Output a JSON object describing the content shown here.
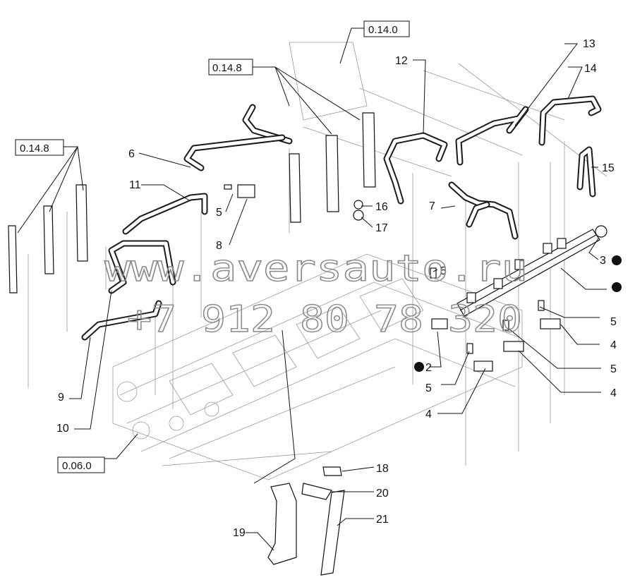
{
  "ref_boxes": [
    "0.14.0",
    "0.14.8",
    "0.14.8",
    "0.06.0"
  ],
  "callouts": [
    "1",
    "2",
    "3",
    "4",
    "4",
    "4",
    "5",
    "5",
    "5",
    "5",
    "5",
    "6",
    "7",
    "8",
    "9",
    "10",
    "11",
    "12",
    "13",
    "14",
    "15",
    "16",
    "17",
    "18",
    "19",
    "20",
    "21"
  ],
  "callout_list": {
    "c2": "2",
    "c3": "3",
    "c4a": "4",
    "c4b": "4",
    "c4c": "4",
    "c5a": "5",
    "c5b": "5",
    "c5c": "5",
    "c5d": "5",
    "c5e": "5",
    "c6": "6",
    "c7": "7",
    "c8": "8",
    "c9": "9",
    "c10": "10",
    "c11": "11",
    "c12": "12",
    "c13": "13",
    "c14": "14",
    "c15": "15",
    "c16": "16",
    "c17": "17",
    "c18": "18",
    "c19": "19",
    "c20": "20",
    "c21": "21"
  },
  "refs": {
    "r1": "0.14.0",
    "r2": "0.14.8",
    "r3": "0.14.8",
    "r4": "0.06.0"
  },
  "watermark": {
    "line1": "www.aversauto.ru",
    "line2": "+7 912 80 78 320"
  },
  "colors": {
    "line": "#111111",
    "watermark": "#8a8a8a",
    "background": "#ffffff"
  }
}
